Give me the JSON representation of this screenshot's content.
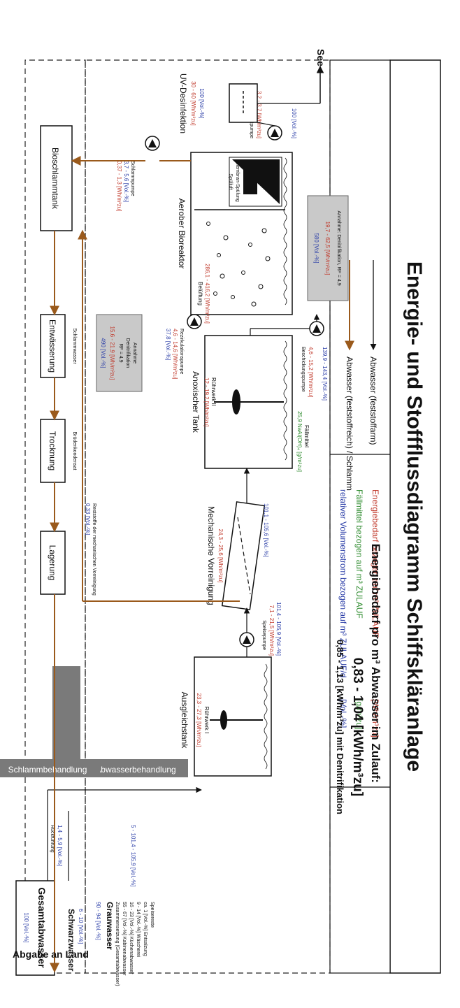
{
  "title": "Energie- und Stoffflussdiagramm Schiffskläranlage",
  "colors": {
    "energy": "#c0392b",
    "flocculant": "#2e8b2e",
    "volume": "#2c3fa8",
    "sludge": "#9a5a1c",
    "line": "#111111",
    "gray_box": "#7a7a7a",
    "note_box": "#c9c9c9"
  },
  "legend": {
    "energy_label": "Energiebedarf bezogen auf m³ ZULAUF",
    "energy_unit": "[Wh/m³zu]",
    "floc_label": "Fällmittel bezogen auf m³ ZULAUF",
    "floc_unit": "[g/m³zu]",
    "vol_label": "relativer Volumenstrom bezogen auf m³ ZULAUF/d",
    "vol_unit": "[Vol.-%]",
    "wastewater": "Abwasser (feststoffarm)",
    "sludge": "Abwasser (feststoffreich) / Schlamm"
  },
  "energy_summary": {
    "line1": "Energiebedarf pro m³ Abwasser im Zulauf:",
    "line2": "0,83 - 1,04  [kWh/m³zu]",
    "line3": "0,85 - 1,13 [kWh/m³zu] mit Denitrifikation"
  },
  "sections": {
    "wastewater": "Abwasserbehandlung",
    "sludge": "Schlammbehandlung"
  },
  "influent": {
    "title": "Gesamtabwasser",
    "total": "100 [Vol.-%]",
    "black_title": "Schwarzwasser",
    "black_val": "6 - 10 [Vol.-%]",
    "grey_val": "90 - 94 [Vol.-%]",
    "grey_title": "Grauwasser",
    "grey_sources": [
      "Zusammensetzung (Gesamtabwasser)",
      "55 - 67 [Vol.-%]  Kabinenabwasser",
      "16 - 23 [Vol.-%]  Küchenabwasser",
      "9 - 14 [Vol.-%]  Wäscherei",
      "ca. 1 [Vol.-%]  Entsalzung",
      "Speisereste"
    ]
  },
  "flows": {
    "to_tank": "5 - 101,4 - 105,9 [Vol.-%]",
    "recycle": "1,4 - 5,9 [Vol.-%]",
    "recycle_sub": "Rückführung",
    "after_tank_vol": "101,4 - 105,9 [Vol.-%]",
    "after_tank_energy": "7,1 - 21,5 [Wh/m³zu]",
    "feed_pump": "Speisepumpe",
    "screen_out_vol": "101,1 - 105,6 [Vol.-%]",
    "screen_sludge_vol": "0,33 [Vol.-%]",
    "screen_sludge_label": "Reststoffe der mechanischen Vorreinigung",
    "bio_in_vol": "139,9 - 143,4 [Vol.-%]",
    "bio_in_energy": "4,6 - 15,2 [Wh/m³zu]",
    "bio_pump": "Beschickungspumpe",
    "recirc_pump": "Rezirkulationspumpe",
    "recirc_energy": "4,6 - 14,6 [Wh/m³zu]",
    "recirc_vol": "37,8 [Vol.-%]",
    "permeate_vol": "100 [Vol.-%]",
    "permeate_energy": "3,2 - 3,7 [Wh/m³zu]",
    "permeate_pump": "Permeatpumpe",
    "sludge_pump": "Schlammpumpe",
    "sludge_pump_vol": "3,7 - 5,6 [Vol.-%]",
    "sludge_pump_energy": "0,37 - 1,3 [Wh/m³zu]",
    "see": "See",
    "land": "Abgabe an Land"
  },
  "units": {
    "tank": {
      "name": "Ausgleichstank",
      "mixer": "Rührwerk I",
      "energy": "23,3 - 27,3 [Wh/m³zu]"
    },
    "screen": {
      "name": "Mechanische Vorreinigung",
      "energy": "24,3 - 25,6 [Wh/m³zu]"
    },
    "anox": {
      "name": "Anoxischer Tank",
      "mixer": "Rührwerk II",
      "energy": "12 - 19,2 [Wh/m³zu]",
      "floc": "25,9 NaAl(OH)₄ [g/m³zu]",
      "floc_label": "Fällmittel"
    },
    "bio": {
      "name": "Aerober Bioreaktor",
      "aeration": "Belüftung",
      "aeration_energy": "286,1 - 416,2 [Wh/m³zu]",
      "membrane": "Membran-Spülung",
      "membrane_text": "Spülluft"
    },
    "uv": {
      "name": "UV-Desinfektion",
      "vol": "100 [Vol.-%]",
      "energy": "30 - 60 [Wh/m³zu]"
    },
    "sludge_tank": {
      "name": "Bioschlammtank"
    },
    "dewater": {
      "name": "Entwässerung",
      "filtrate": "Schlammwasser"
    },
    "dry": {
      "name": "Trocknung",
      "condensate": "Brüdenkondensat"
    },
    "store": {
      "name": "Lagerung"
    }
  },
  "notes": {
    "bio_note": [
      "Annahme: Denitrifikation, RF = 4,9",
      "19,7 - 62,5 [Wh/m³zu]",
      "580 [Vol.-%]"
    ],
    "anox_note": [
      "Annahme",
      "Denitrifikation",
      "RF = 4,9",
      "15,6 - 21,9 [Wh/m³zu]",
      "490 [Vol.-%]"
    ]
  }
}
